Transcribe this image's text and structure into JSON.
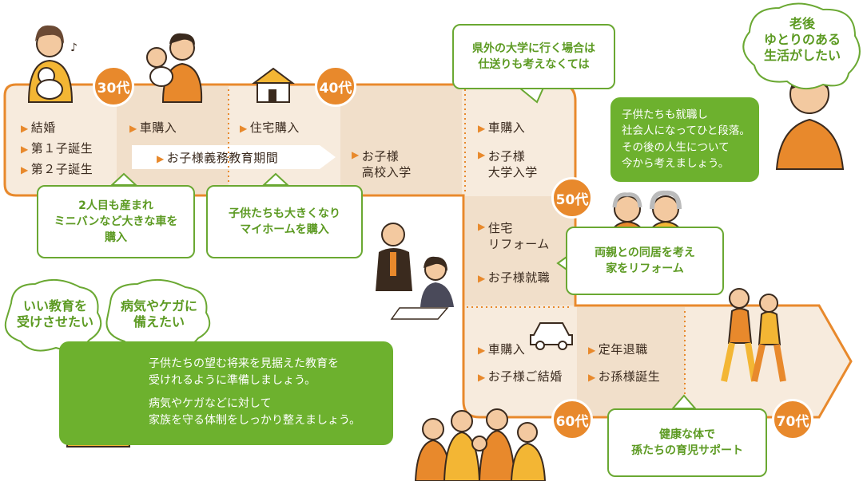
{
  "ages": {
    "a30": "30代",
    "a40": "40代",
    "a50": "50代",
    "a60": "60代",
    "a70": "70代"
  },
  "events": {
    "marriage": "結婚",
    "child1": "第１子誕生",
    "child2": "第２子誕生",
    "car1": "車購入",
    "house": "住宅購入",
    "compulsory_edu": "お子様義務教育期間",
    "highschool": "お子様\n高校入学",
    "car2": "車購入",
    "university": "お子様\n大学入学",
    "reform": "住宅\nリフォーム",
    "employment": "お子様就職",
    "car3": "車購入",
    "wedding": "お子様ご結婚",
    "retire": "定年退職",
    "grandchild": "お孫様誕生"
  },
  "callouts": {
    "minivan": "2人目も産まれ\nミニバンなど大きな車を\n購入",
    "myhome": "子供たちも大きくなり\nマイホームを購入",
    "univ_note": "県外の大学に行く場合は\n仕送りも考えなくては",
    "reform_note": "両親との同居を考え\n家をリフォーム",
    "grand_support": "健康な体で\n孫たちの育児サポート"
  },
  "clouds": {
    "retire_dream": "老後\nゆとりのある\n生活がしたい",
    "education": "いい教育を\n受けさせたい",
    "illness": "病気やケガに\n備えたい"
  },
  "green_boxes": {
    "after_work": "子供たちも就職し\n社会人になってひと段落。\nその後の人生について\n今から考えましょう。",
    "prepare_1": "子供たちの望む将来を見据えた教育を\n受けれるように準備しましょう。",
    "prepare_2": "病気やケガなどに対して\n家族を守る体制をしっかり整えましょう。"
  },
  "colors": {
    "accent": "#e8892c",
    "band": "#f7ebdd",
    "band_dark": "#f1dfca",
    "green": "#6db12e",
    "text": "#3a2a1e"
  }
}
